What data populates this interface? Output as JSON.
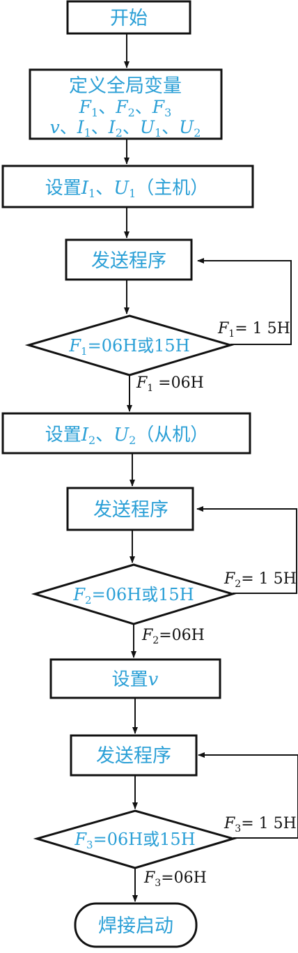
{
  "colors": {
    "accent": "#2a9fd6",
    "line": "#111111",
    "background": "#ffffff"
  },
  "nodes": {
    "start": "开始",
    "define_title": "定义全局变量",
    "define_vars1": {
      "f1": "F",
      "s1": "1",
      "sep1": "、",
      "f2": "F",
      "s2": "2",
      "sep2": "、",
      "f3": "F",
      "s3": "3"
    },
    "define_vars2": {
      "v": "v",
      "sep0": "、",
      "i1": "I",
      "si1": "1",
      "sep1": "、",
      "i2": "I",
      "si2": "2",
      "sep2": "、",
      "u1": "U",
      "su1": "1",
      "sep3": "、",
      "u2": "U",
      "su2": "2"
    },
    "set_master": {
      "prefix": "设置",
      "i": "I",
      "si": "1",
      "sep": "、",
      "u": "U",
      "su": "1",
      "suffix": "（主机）"
    },
    "send1": "发送程序",
    "cond1": {
      "f": "F",
      "s": "1",
      "rest": "=06H或15H"
    },
    "set_slave": {
      "prefix": "设置",
      "i": "I",
      "si": "2",
      "sep": "、",
      "u": "U",
      "su": "2",
      "suffix": "（从机）"
    },
    "send2": "发送程序",
    "cond2": {
      "f": "F",
      "s": "2",
      "rest": "=06H或15H"
    },
    "set_v": {
      "prefix": "设置",
      "v": "v"
    },
    "send3": "发送程序",
    "cond3": {
      "f": "F",
      "s": "3",
      "rest": "=06H或15H"
    },
    "end": "焊接启动"
  },
  "edge_labels": {
    "loop1": {
      "f": "F",
      "s": "1",
      "rest": "= 1 5H"
    },
    "yes1": {
      "f": "F",
      "s": "1",
      "rest": " =06H"
    },
    "loop2": {
      "f": "F",
      "s": "2",
      "rest": "= 1 5H"
    },
    "yes2": {
      "f": "F",
      "s": "2",
      "rest": "=06H"
    },
    "loop3": {
      "f": "F",
      "s": "3",
      "rest": "= 1 5H"
    },
    "yes3": {
      "f": "F",
      "s": "3",
      "rest": "=06H"
    }
  }
}
